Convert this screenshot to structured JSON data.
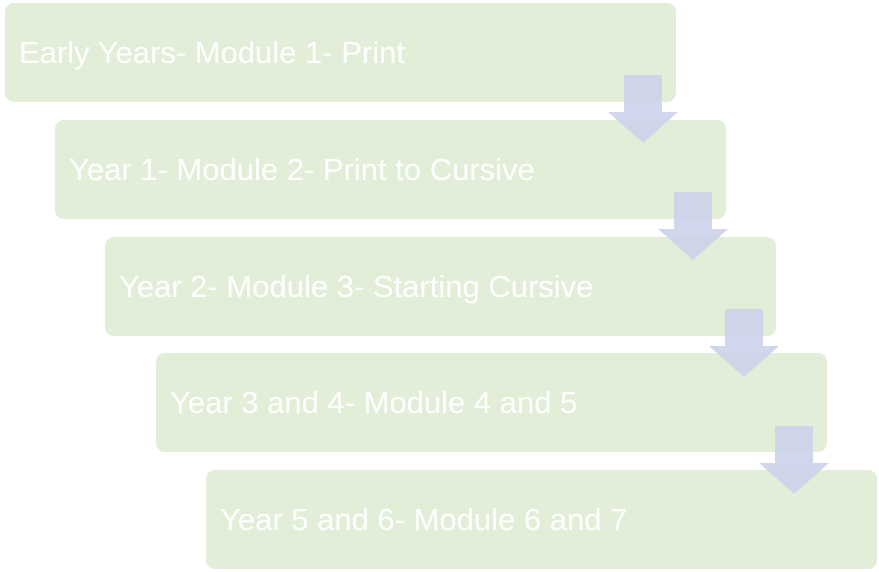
{
  "steps": [
    {
      "label": "Early Years- Module 1- Print"
    },
    {
      "label": "Year 1- Module 2- Print to Cursive"
    },
    {
      "label": "Year 2- Module 3- Starting Cursive"
    },
    {
      "label": "Year 3 and 4- Module 4 and 5"
    },
    {
      "label": "Year 5 and 6- Module 6 and 7"
    }
  ],
  "colors": {
    "box": "#e2eed8",
    "arrow": "#cdd3ea",
    "text": "#ffffff"
  }
}
